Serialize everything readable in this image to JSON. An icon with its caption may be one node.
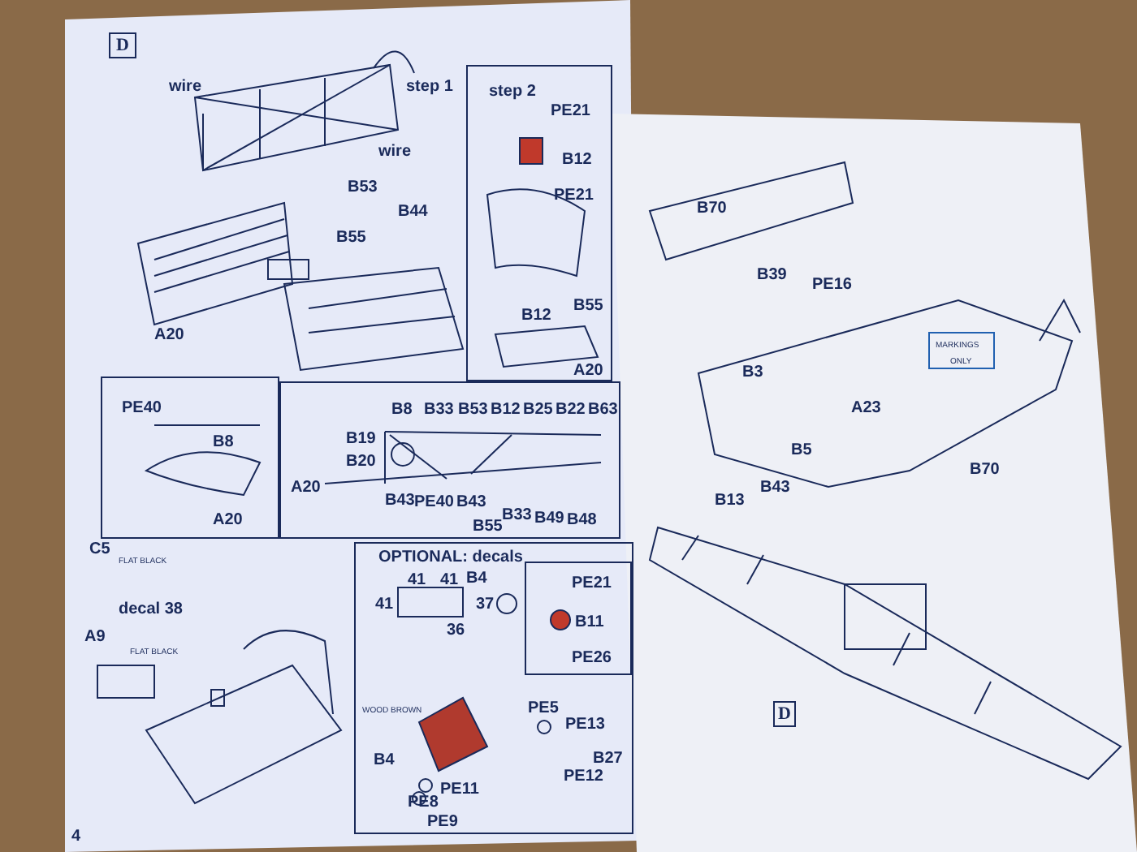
{
  "diagram": {
    "nodes": [
      {
        "text": [
          "D"
        ]
      },
      {
        "text": [
          "step 2",
          "PE21",
          "B12",
          "PE21",
          "B55",
          "B12",
          "A20"
        ]
      },
      {
        "text": [
          "PE40",
          "B8",
          "A20"
        ]
      },
      {
        "text": [
          "B8",
          "B33",
          "B53",
          "B12",
          "B25",
          "B22",
          "B63",
          "B19",
          "B20",
          "A20",
          "B43",
          "PE40",
          "B43",
          "B55",
          "B33",
          "B49",
          "B48"
        ]
      },
      {
        "text": [
          "OPTIONAL: decals",
          "41",
          "41",
          "B4",
          "41",
          "37",
          "36",
          "WOOD BROWN",
          "B4",
          "PE5",
          "PE13",
          "B27",
          "PE12",
          "PE8",
          "PE11",
          "PE9"
        ]
      },
      {
        "text": [
          "PE21",
          "B11",
          "PE26"
        ],
        "in": 4
      },
      {
        "text": [
          "D"
        ]
      }
    ],
    "labels": [
      "wire",
      "step 1",
      "wire",
      "B53",
      "B44",
      "B55",
      "A20",
      "C5",
      "FLAT BLACK",
      "decal 38",
      "A9",
      "FLAT BLACK",
      "B70",
      "B39",
      "PE16",
      "MARKINGS",
      "ONLY",
      "B3",
      "A23",
      "B5",
      "B70",
      "B43",
      "B13",
      "4"
    ]
  }
}
